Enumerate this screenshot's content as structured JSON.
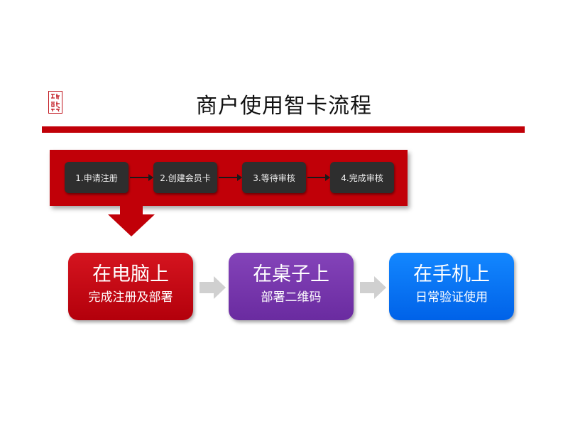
{
  "title": "商户使用智卡流程",
  "colors": {
    "brand_red": "#c10008",
    "step_box": "#2e2e2e",
    "card_red": "#c8101a",
    "card_purple": "#7a37ad",
    "card_blue": "#0a74f4",
    "arrow_gray": "#d0d0d0"
  },
  "steps": [
    {
      "label": "1.申请注册"
    },
    {
      "label": "2.创建会员卡"
    },
    {
      "label": "3.等待审核"
    },
    {
      "label": "4.完成审核"
    }
  ],
  "stages": [
    {
      "title": "在电脑上",
      "subtitle": "完成注册及部署"
    },
    {
      "title": "在桌子上",
      "subtitle": "部署二维码"
    },
    {
      "title": "在手机上",
      "subtitle": "日常验证使用"
    }
  ],
  "icons": {
    "seal": "seal-logo-icon",
    "down": "down-arrow-icon",
    "right": "right-arrow-icon"
  }
}
